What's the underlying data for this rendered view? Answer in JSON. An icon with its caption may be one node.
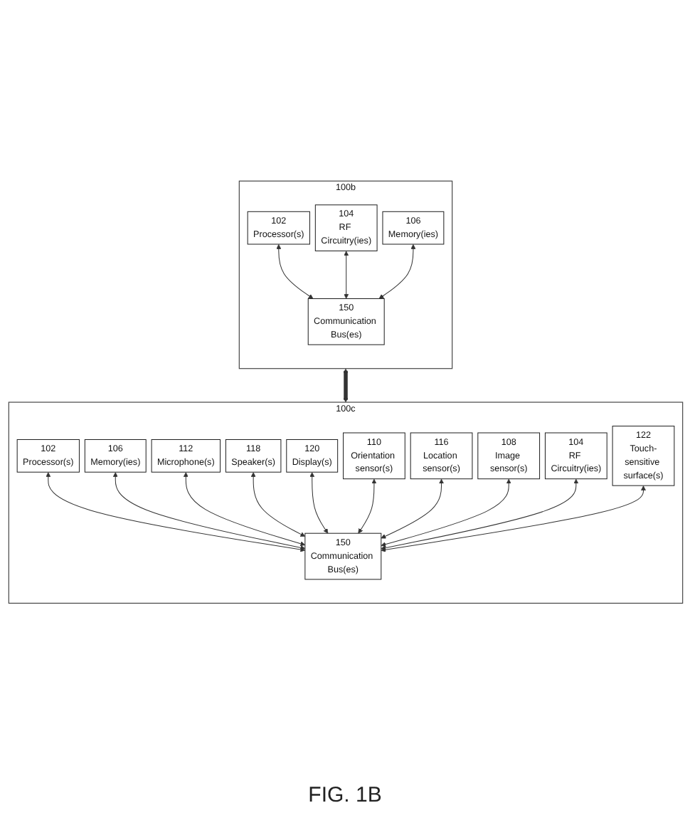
{
  "diagram": {
    "caption": "FIG. 1B",
    "nodes": [
      {
        "text": [
          "100b"
        ]
      },
      {
        "text": [
          "102",
          "Processor(s)"
        ],
        "in": 0
      },
      {
        "text": [
          "104",
          "RF Circuitry(ies)"
        ],
        "in": 0
      },
      {
        "text": [
          "106",
          "Memory(ies)"
        ],
        "in": 0
      },
      {
        "text": [
          "150",
          "Communication Bus(es)"
        ],
        "in": 0
      },
      {
        "text": [
          "100c"
        ]
      },
      {
        "text": [
          "102",
          "Processor(s)"
        ],
        "in": 5
      },
      {
        "text": [
          "106",
          "Memory(ies)"
        ],
        "in": 5
      },
      {
        "text": [
          "112",
          "Microphone(s)"
        ],
        "in": 5
      },
      {
        "text": [
          "118",
          "Speaker(s)"
        ],
        "in": 5
      },
      {
        "text": [
          "120",
          "Display(s)"
        ],
        "in": 5
      },
      {
        "text": [
          "110",
          "Orientation sensor(s)"
        ],
        "in": 5
      },
      {
        "text": [
          "116",
          "Location sensor(s)"
        ],
        "in": 5
      },
      {
        "text": [
          "108",
          "Image sensor(s)"
        ],
        "in": 5
      },
      {
        "text": [
          "104",
          "RF Circuitry(ies)"
        ],
        "in": 5
      },
      {
        "text": [
          "122",
          "Touch-sensitive surface(s)"
        ],
        "in": 5
      },
      {
        "text": [
          "150",
          "Communication Bus(es)"
        ],
        "in": 5
      }
    ],
    "edges": [
      {
        "from": 1,
        "to": 4,
        "arrow": "both"
      },
      {
        "from": 2,
        "to": 4,
        "arrow": "both"
      },
      {
        "from": 3,
        "to": 4,
        "arrow": "both"
      },
      {
        "from": 0,
        "to": 5,
        "arrow": "both",
        "style": "thick"
      },
      {
        "from": 6,
        "to": 16,
        "arrow": "both"
      },
      {
        "from": 7,
        "to": 16,
        "arrow": "both"
      },
      {
        "from": 8,
        "to": 16,
        "arrow": "both"
      },
      {
        "from": 9,
        "to": 16,
        "arrow": "both"
      },
      {
        "from": 10,
        "to": 16,
        "arrow": "both"
      },
      {
        "from": 11,
        "to": 16,
        "arrow": "both"
      },
      {
        "from": 12,
        "to": 16,
        "arrow": "both"
      },
      {
        "from": 13,
        "to": 16,
        "arrow": "both"
      },
      {
        "from": 14,
        "to": 16,
        "arrow": "both"
      },
      {
        "from": 15,
        "to": 16,
        "arrow": "both"
      }
    ]
  }
}
